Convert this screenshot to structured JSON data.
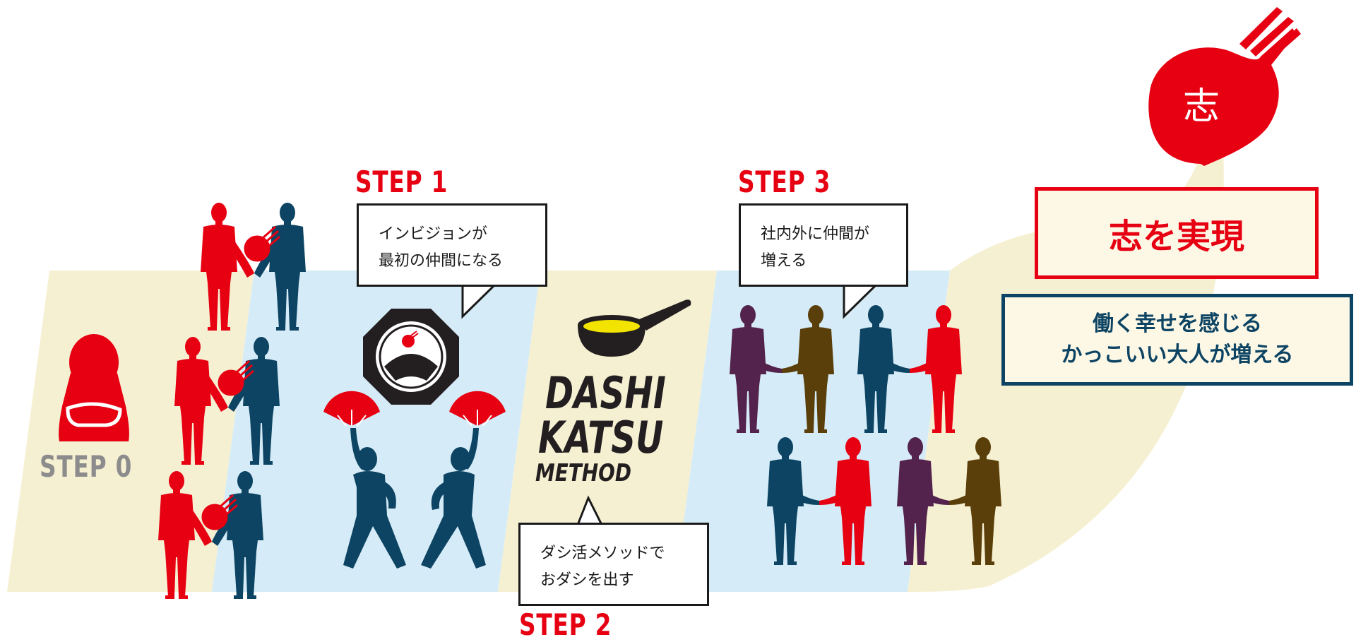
{
  "colors": {
    "red": "#e60012",
    "navy": "#0d4463",
    "purple": "#54234d",
    "brown": "#5b3f0a",
    "cream": "#f6f0d3",
    "lightblue": "#d5ecf8",
    "gray": "#8c8c8c",
    "dark": "#231f20",
    "yellow": "#f2e300"
  },
  "steps": {
    "step0": "STEP 0",
    "step1": "STEP 1",
    "step2": "STEP 2",
    "step3": "STEP 3"
  },
  "bubbles": {
    "step1": [
      "インビジョンが",
      "最初の仲間になる"
    ],
    "step2": [
      "ダシ活メソッドで",
      "おダシを出す"
    ],
    "step3": [
      "社内外に仲間が",
      "増える"
    ]
  },
  "method": {
    "line1": "DASHI",
    "line2": "KATSU",
    "line3": "METHOD"
  },
  "goal": {
    "symbol": "志",
    "title": "志を実現",
    "subtitle": [
      "働く幸せを感じる",
      "かっこいい大人が増える"
    ]
  }
}
